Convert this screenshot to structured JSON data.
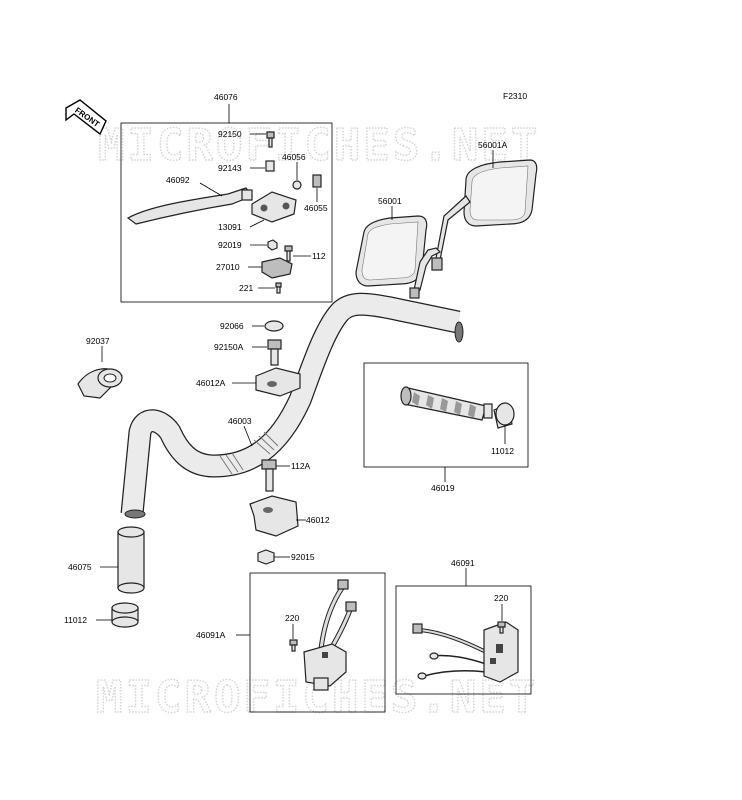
{
  "figure_code": "F2310",
  "front_label": "FRONT",
  "watermark": "MICROFICHES.NET",
  "parts": {
    "p46076": "46076",
    "p92150": "92150",
    "p92143": "92143",
    "p46056": "46056",
    "p46092": "46092",
    "p46055": "46055",
    "p13091": "13091",
    "p92019": "92019",
    "p27010": "27010",
    "p112": "112",
    "p221": "221",
    "p56001A": "56001A",
    "p56001": "56001",
    "p92066": "92066",
    "p92037": "92037",
    "p92150A": "92150A",
    "p46012A": "46012A",
    "p46003": "46003",
    "p11012a": "11012",
    "p46019": "46019",
    "p112A": "112A",
    "p46012": "46012",
    "p92015": "92015",
    "p46075": "46075",
    "p11012b": "11012",
    "p46091": "46091",
    "p46091A": "46091A",
    "p220a": "220",
    "p220b": "220"
  }
}
